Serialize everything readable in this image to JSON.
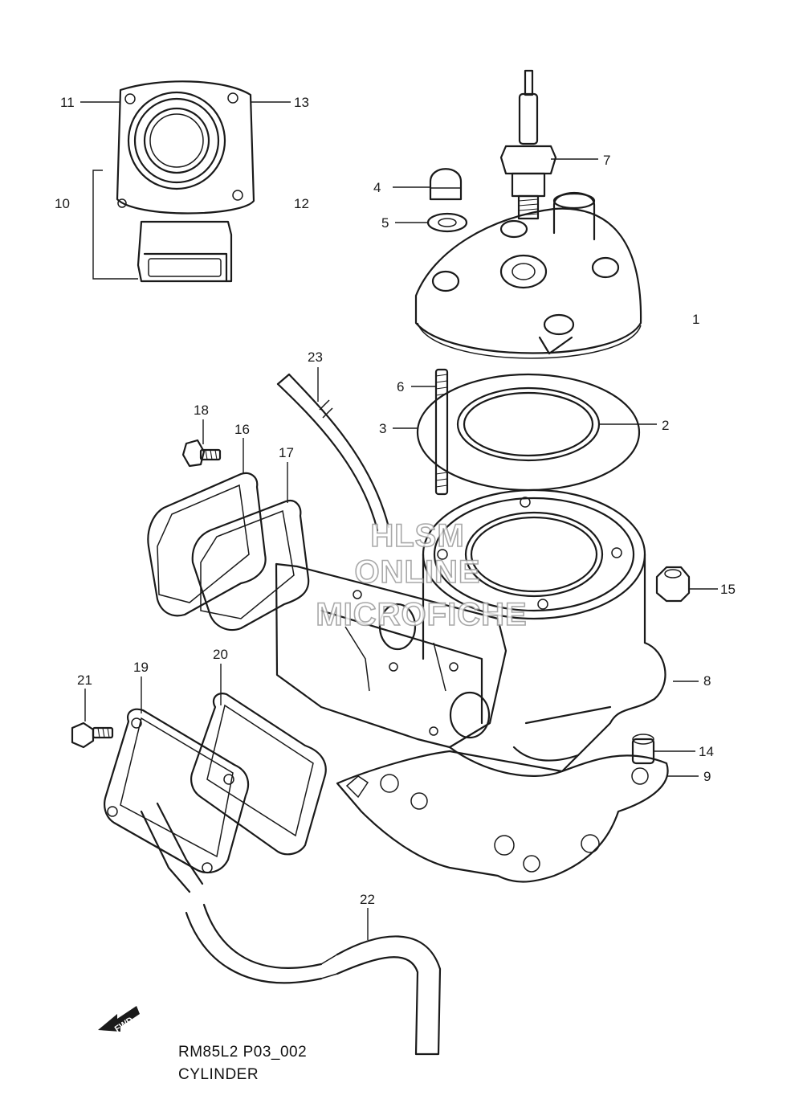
{
  "callouts": {
    "c1": "1",
    "c2": "2",
    "c3": "3",
    "c4": "4",
    "c5": "5",
    "c6": "6",
    "c7": "7",
    "c8": "8",
    "c9": "9",
    "c10": "10",
    "c11": "11",
    "c12": "12",
    "c13": "13",
    "c14": "14",
    "c15": "15",
    "c16": "16",
    "c17": "17",
    "c18": "18",
    "c19": "19",
    "c20": "20",
    "c21": "21",
    "c22": "22",
    "c23": "23"
  },
  "watermark": {
    "line1": "HLSM",
    "line2": "ONLINE",
    "line3": "MICROFICHE"
  },
  "fwd_label": "FWD",
  "footer": {
    "code": "RM85L2 P03_002",
    "title": "CYLINDER"
  }
}
